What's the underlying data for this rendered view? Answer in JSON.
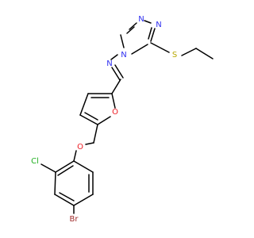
{
  "molecule": {
    "atom_labels": {
      "n1": "N",
      "n2": "N",
      "n4": "N",
      "n_imine": "N",
      "s": "S",
      "o_furan": "O",
      "o_ether": "O",
      "cl": "Cl",
      "br": "Br"
    },
    "colors": {
      "nitrogen": "#2e2ef0",
      "sulfur": "#b7a800",
      "oxygen": "#ee1c24",
      "chlorine": "#22b022",
      "bromine": "#a02c2c",
      "bond": "#000000"
    }
  }
}
